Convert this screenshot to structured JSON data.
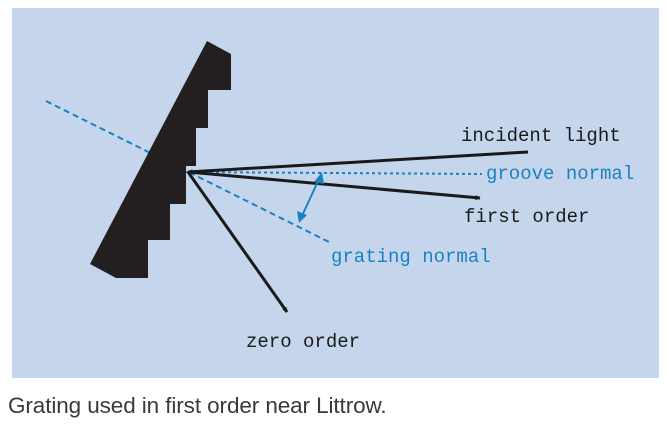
{
  "labels": {
    "incident_light": "incident light",
    "groove_normal": "groove normal",
    "first_order": "first order",
    "grating_normal": "grating normal",
    "zero_order": "zero order"
  },
  "caption": "Grating used in first order near Littrow.",
  "colors": {
    "panel_background": "#c5d6ec",
    "grating": "#231f20",
    "rays": "#1a1a1a",
    "normals": "#1a82c3",
    "caption_text": "#3a3a3a"
  }
}
